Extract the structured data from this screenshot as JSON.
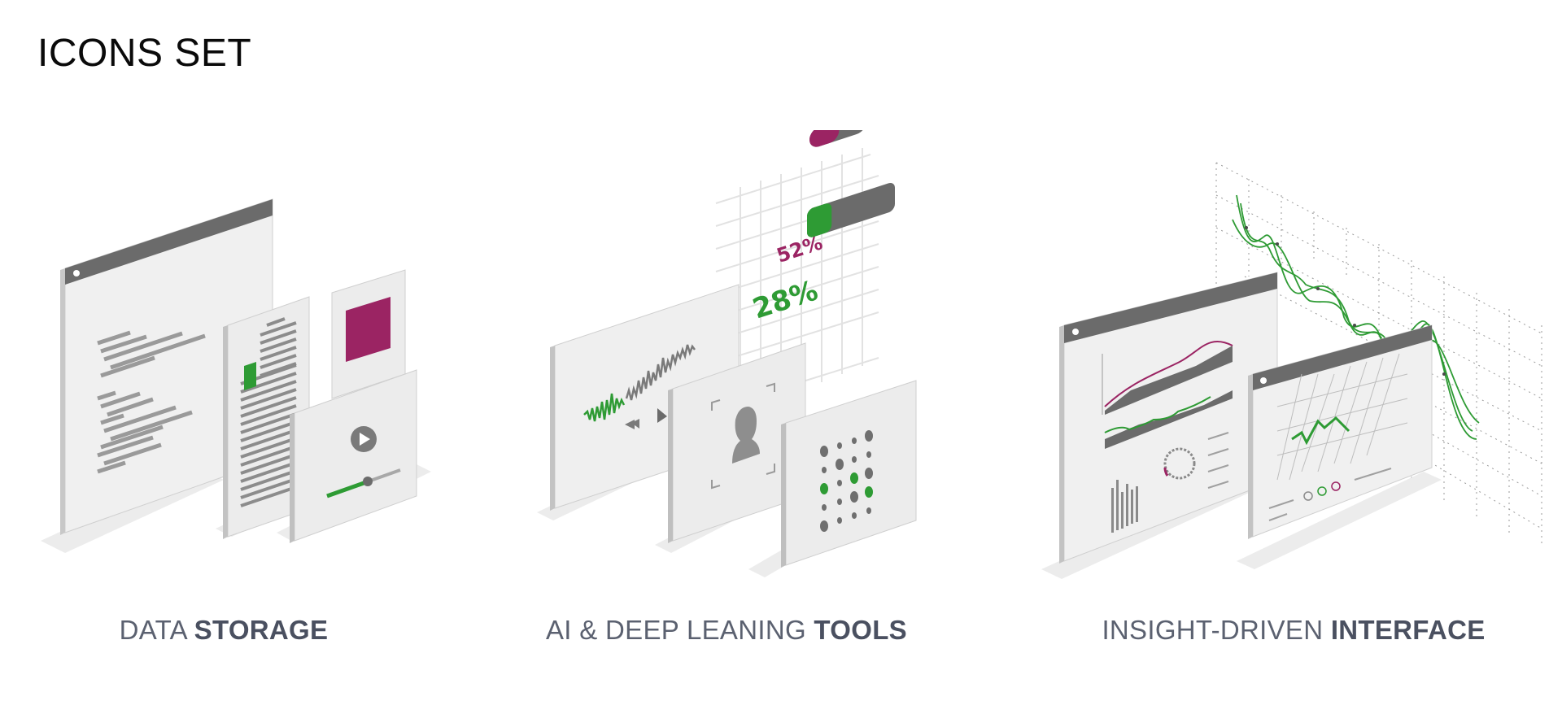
{
  "page": {
    "title": "ICONS SET"
  },
  "icons": [
    {
      "id": "data-storage",
      "label_regular": "DATA ",
      "label_bold": "STORAGE"
    },
    {
      "id": "ai-tools",
      "label_regular": "AI & DEEP LEANING ",
      "label_bold": "TOOLS",
      "bars": [
        {
          "value": "52%",
          "fraction": 0.52,
          "color": "#9b2463"
        },
        {
          "value": "28%",
          "fraction": 0.28,
          "color": "#2e9b34"
        }
      ]
    },
    {
      "id": "insight-interface",
      "label_regular": "INSIGHT-DRIVEN ",
      "label_bold": "INTERFACE"
    }
  ],
  "colors": {
    "accent_green": "#2e9b34",
    "accent_magenta": "#9b2463",
    "panel_face": "#efefef",
    "panel_edge": "#bdbdbd",
    "header_bar": "#6c6c6c",
    "caption_text": "#5b6170"
  }
}
